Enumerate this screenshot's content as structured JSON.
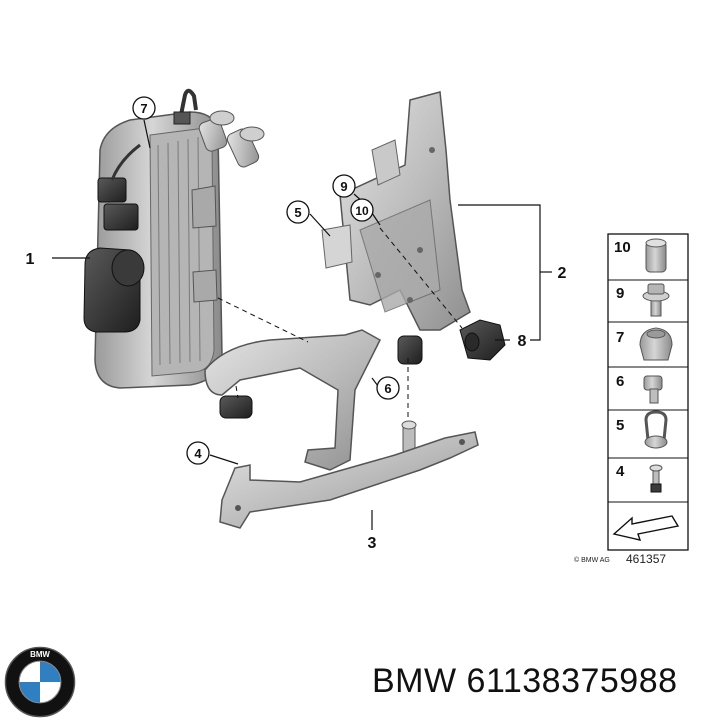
{
  "callouts": {
    "c1": "1",
    "c2": "2",
    "c3": "3",
    "c4": "4",
    "c5": "5",
    "c6": "6",
    "c7": "7",
    "c8": "8",
    "c9": "9",
    "c10": "10"
  },
  "legend": {
    "items": [
      "10",
      "9",
      "7",
      "6",
      "5",
      "4"
    ]
  },
  "copyright": "© BMW AG",
  "diagram_number": "461357",
  "logo": {
    "letters": "BMW",
    "colors": {
      "blue": "#2f7fc1",
      "ring": "#111111"
    }
  },
  "footer": {
    "brand": "BMW",
    "part_number": "61138375988"
  }
}
